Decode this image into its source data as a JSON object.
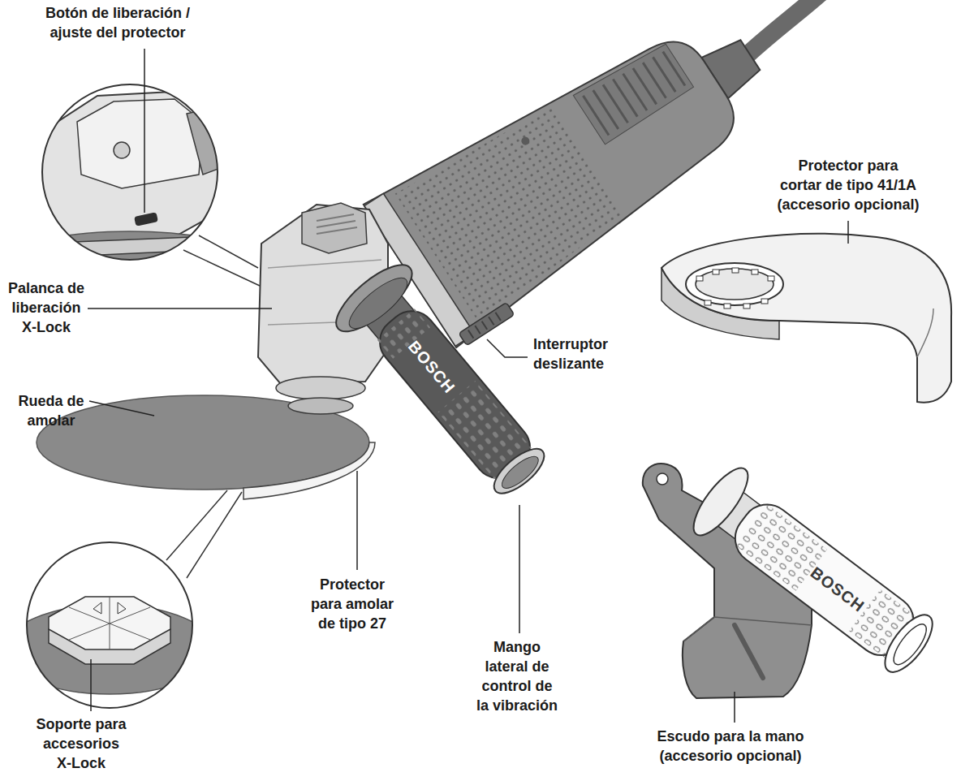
{
  "diagram": {
    "labels": [
      "Botón de liberación / ajuste del protector",
      "Protector para cortar de tipo 41/1A (accesorio opcional)",
      "Palanca de liberación X-Lock",
      "Interruptor deslizante",
      "Rueda de amolar",
      "BOSCH",
      "Protector para amolar de tipo 27",
      "Mango lateral de control de la vibración",
      "BOSCH",
      "Soporte para accesorios X-Lock",
      "Escudo para la mano (accesorio opcional)"
    ]
  }
}
